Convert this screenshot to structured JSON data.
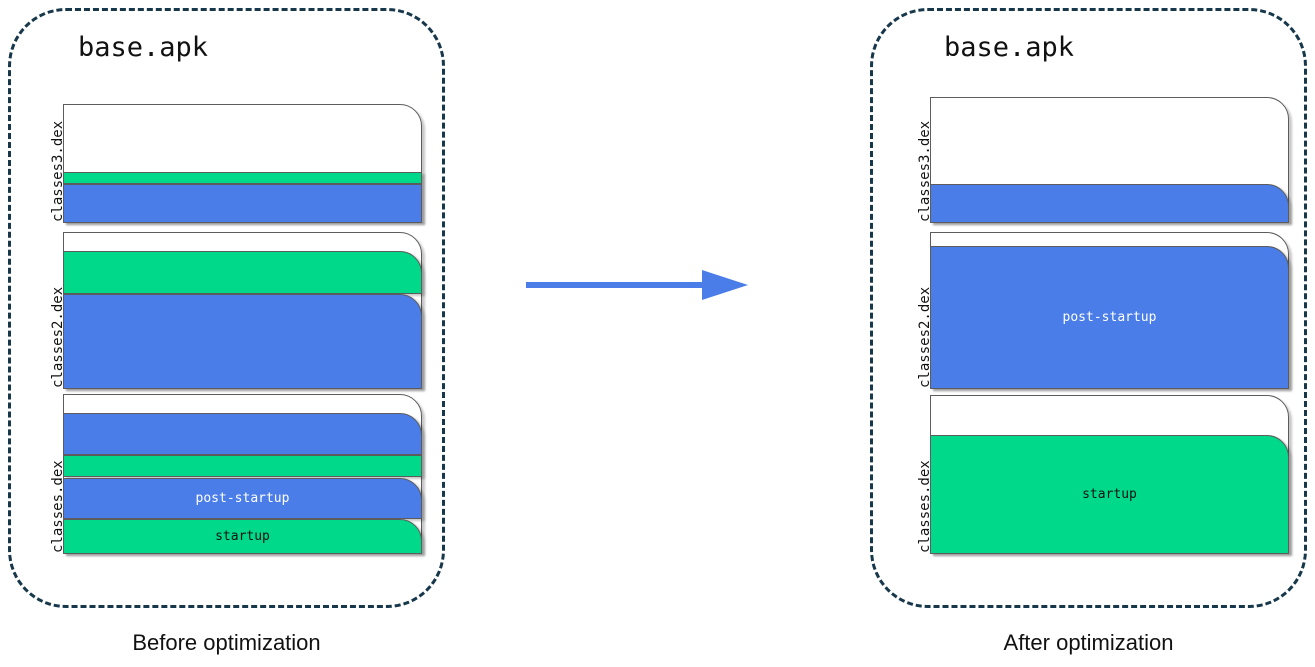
{
  "diagram": {
    "type": "apk-dex-layout-comparison",
    "arrow": {
      "name": "transform-arrow",
      "direction": "right",
      "color": "#4a7de8"
    },
    "colors": {
      "startup": "#00d98a",
      "post_startup": "#4a7de8",
      "unused": "#ffffff",
      "panel_border": "#17374b",
      "box_border": "#5c5c5c"
    },
    "panels": [
      {
        "id": "before",
        "title": "base.apk",
        "caption": "Before optimization",
        "dex_files": [
          {
            "label": "classes3.dex",
            "segments": [
              {
                "kind": "unused",
                "label": ""
              },
              {
                "kind": "startup",
                "label": ""
              },
              {
                "kind": "post-startup",
                "label": ""
              }
            ]
          },
          {
            "label": "classes2.dex",
            "segments": [
              {
                "kind": "unused",
                "label": ""
              },
              {
                "kind": "startup",
                "label": ""
              },
              {
                "kind": "post-startup",
                "label": ""
              }
            ]
          },
          {
            "label": "classes.dex",
            "segments": [
              {
                "kind": "unused",
                "label": ""
              },
              {
                "kind": "post-startup",
                "label": ""
              },
              {
                "kind": "startup",
                "label": ""
              },
              {
                "kind": "post-startup",
                "label": "post-startup"
              },
              {
                "kind": "startup",
                "label": "startup"
              }
            ]
          }
        ]
      },
      {
        "id": "after",
        "title": "base.apk",
        "caption": "After optimization",
        "dex_files": [
          {
            "label": "classes3.dex",
            "segments": [
              {
                "kind": "unused",
                "label": ""
              },
              {
                "kind": "post-startup",
                "label": ""
              }
            ]
          },
          {
            "label": "classes2.dex",
            "segments": [
              {
                "kind": "unused",
                "label": ""
              },
              {
                "kind": "post-startup",
                "label": "post-startup"
              }
            ]
          },
          {
            "label": "classes.dex",
            "segments": [
              {
                "kind": "unused",
                "label": ""
              },
              {
                "kind": "startup",
                "label": "startup"
              }
            ]
          }
        ]
      }
    ]
  }
}
